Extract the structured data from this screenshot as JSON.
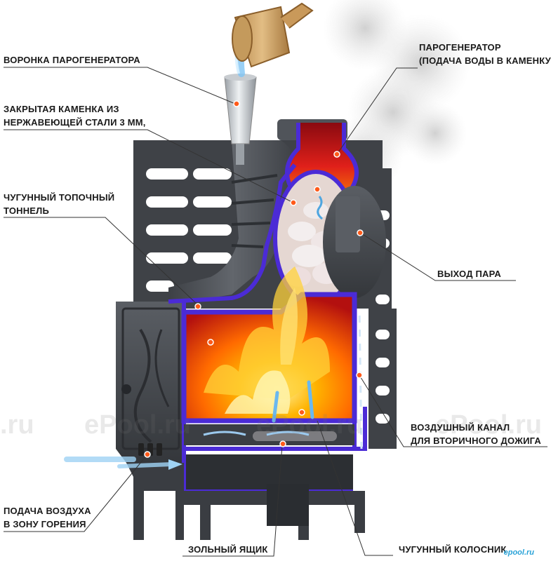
{
  "labels": {
    "funnel": "ВОРОНКА ПАРОГЕНЕРАТОРА",
    "closed_heater_line1": "ЗАКРЫТАЯ КАМЕНКА ИЗ",
    "closed_heater_line2": "НЕРЖАВЕЮЩЕЙ СТАЛИ 3 ММ,",
    "tunnel_line1": "ЧУГУННЫЙ ТОПОЧНЫЙ",
    "tunnel_line2": "ТОННЕЛЬ",
    "steam_gen_line1": "ПАРОГЕНЕРАТОР",
    "steam_gen_line2": "(ПОДАЧА ВОДЫ В КАМЕНКУ)",
    "steam_exit": "ВЫХОД ПАРА",
    "air_channel_line1": "ВОЗДУШНЫЙ КАНАЛ",
    "air_channel_line2": "ДЛЯ ВТОРИЧНОГО ДОЖИГА",
    "air_supply_line1": "ПОДАЧА ВОЗДУХА",
    "air_supply_line2": "В ЗОНУ ГОРЕНИЯ",
    "ash_box": "ЗОЛЬНЫЙ ЯЩИК",
    "grate": "ЧУГУННЫЙ КОЛОСНИК"
  },
  "watermarks": [
    "ePool.ru",
    "ePool.ru",
    "ePool.ru",
    ".ru"
  ],
  "brand": "epool.ru",
  "colors": {
    "metal": "#4a4d52",
    "metal_light": "#6c7076",
    "blue_outline": "#4b2bd6",
    "fire": "#ff8c00",
    "firebox_red": "#c0121a",
    "marker": "#ff5a1a"
  }
}
